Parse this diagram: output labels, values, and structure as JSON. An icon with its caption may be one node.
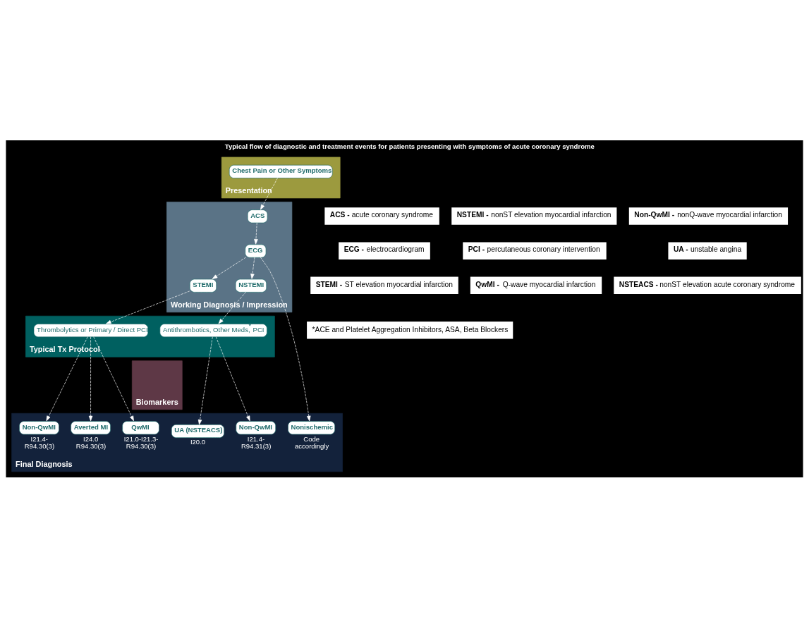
{
  "diagram": {
    "title": "Typical flow of diagnostic and treatment events for patients presenting with symptoms of acute coronary syndrome",
    "nodes": [
      {
        "text": [
          "Presentation"
        ]
      },
      {
        "text": [
          "Chest Pain or Other Symptoms"
        ],
        "in": 0
      },
      {
        "text": [
          "Working Diagnosis / Impression"
        ]
      },
      {
        "text": [
          "ACS"
        ],
        "in": 2
      },
      {
        "text": [
          "ECG"
        ],
        "in": 2
      },
      {
        "text": [
          "STEMI"
        ],
        "in": 2
      },
      {
        "text": [
          "NSTEMI"
        ],
        "in": 2
      },
      {
        "text": [
          "Typical Tx Protocol"
        ]
      },
      {
        "text": [
          "Thrombolytics or Primary / Direct PCI"
        ],
        "in": 7
      },
      {
        "text": [
          "Antithrombotics, Other Meds,$^{*}$ PCI"
        ],
        "in": 7
      },
      {
        "text": [
          "Biomarkers"
        ]
      },
      {
        "text": [
          "Final Diagnosis"
        ]
      },
      {
        "text": [
          "QwMI"
        ],
        "in": 11,
        "beside": [
          "I21.0-I21.3- R94.30(3)"
        ]
      },
      {
        "text": [
          "Non-QwMI"
        ],
        "in": 11,
        "beside": [
          "I21.4- R94.30(3)"
        ]
      },
      {
        "text": [
          "Averted MI"
        ],
        "in": 11,
        "beside": [
          "I24.0 R94.30(3)"
        ]
      },
      {
        "text": [
          "Non-QwMI"
        ],
        "in": 11,
        "beside": [
          "I21.4- R94.31(3)"
        ]
      },
      {
        "text": [
          "UA (NSTEACS)"
        ],
        "in": 11,
        "beside": [
          "I20.0"
        ]
      },
      {
        "text": [
          "Nonischemic"
        ],
        "in": 11,
        "beside": [
          "Code accordingly"
        ]
      }
    ],
    "edges": [
      {
        "from": 1,
        "to": 3,
        "arrow": "to",
        "style": "dashed"
      },
      {
        "from": 3,
        "to": 4,
        "arrow": "to",
        "style": "dashed"
      },
      {
        "from": 4,
        "to": 5,
        "arrow": "to",
        "style": "dashed"
      },
      {
        "from": 4,
        "to": 6,
        "arrow": "to",
        "style": "dashed"
      },
      {
        "from": 4,
        "to": 17,
        "arrow": "to",
        "style": "dashed"
      },
      {
        "from": 5,
        "to": 8,
        "arrow": "to",
        "style": "dashed"
      },
      {
        "from": 6,
        "to": 9,
        "arrow": "to",
        "style": "dashed"
      },
      {
        "from": 8,
        "to": 12,
        "arrow": "to",
        "style": "dashed"
      },
      {
        "from": 8,
        "to": 13,
        "arrow": "to",
        "style": "dashed"
      },
      {
        "from": 8,
        "to": 14,
        "arrow": "to",
        "style": "dashed"
      },
      {
        "from": 9,
        "to": 15,
        "arrow": "to",
        "style": "dashed"
      },
      {
        "from": 9,
        "to": 16,
        "arrow": "to",
        "style": "dashed"
      }
    ],
    "labels": [
      "**ACS -** acute coronary syndrome",
      "**NSTEMI -** nonST elevation myocardial infarction",
      "**Non-QwMI -** nonQ-wave myocardial infarction",
      "**ECG -** electrocardiogram",
      "**PCI -** percutaneous coronary intervention",
      "**UA -** unstable angina",
      "**STEMI -** ST elevation myocardial infarction",
      "**QwMI -** Q-wave myocardial infarction",
      "**NSTEACS -** nonST elevation acute coronary syndrome",
      "*ACE and Platelet Aggregation Inhibitors, ASA, Beta Blockers"
    ]
  }
}
